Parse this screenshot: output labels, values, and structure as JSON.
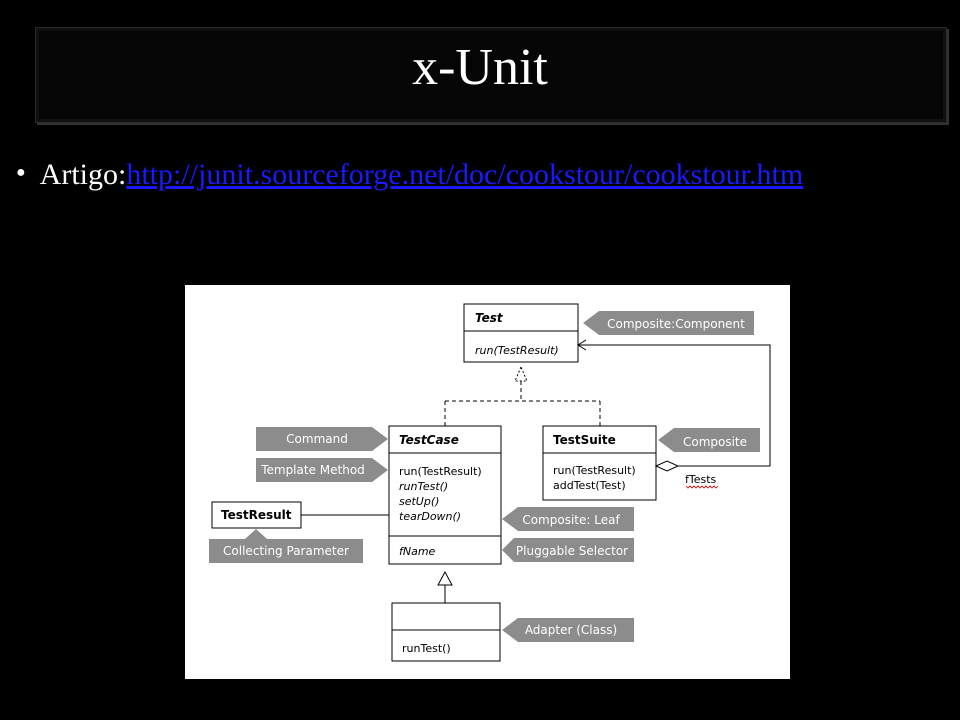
{
  "slide": {
    "title": "x-Unit",
    "bullet": {
      "label": "Artigo:",
      "link": "http://junit.sourceforge.net/doc/cookstour/cookstour.htm"
    }
  },
  "diagram": {
    "classes": {
      "test": {
        "name": "Test",
        "methods": [
          "run(TestResult)"
        ]
      },
      "test_case": {
        "name": "TestCase",
        "methods": [
          "run(TestResult)",
          "runTest()",
          "setUp()",
          "tearDown()"
        ],
        "fields": [
          "fName"
        ]
      },
      "test_suite": {
        "name": "TestSuite",
        "methods": [
          "run(TestResult)",
          "addTest(Test)"
        ]
      },
      "test_result": {
        "name": "TestResult"
      },
      "subclass": {
        "name": "",
        "methods": [
          "runTest()"
        ]
      }
    },
    "association_label": "fTests",
    "pattern_tags": {
      "composite_component": "Composite:Component",
      "command": "Command",
      "template_method": "Template Method",
      "composite": "Composite",
      "composite_leaf": "Composite: Leaf",
      "pluggable_selector": "Pluggable Selector",
      "collecting_parameter": "Collecting Parameter",
      "adapter_class": "Adapter (Class)"
    },
    "colors": {
      "tag_fill": "#8c8c8c",
      "tag_text": "#ffffff",
      "line": "#000000"
    }
  }
}
